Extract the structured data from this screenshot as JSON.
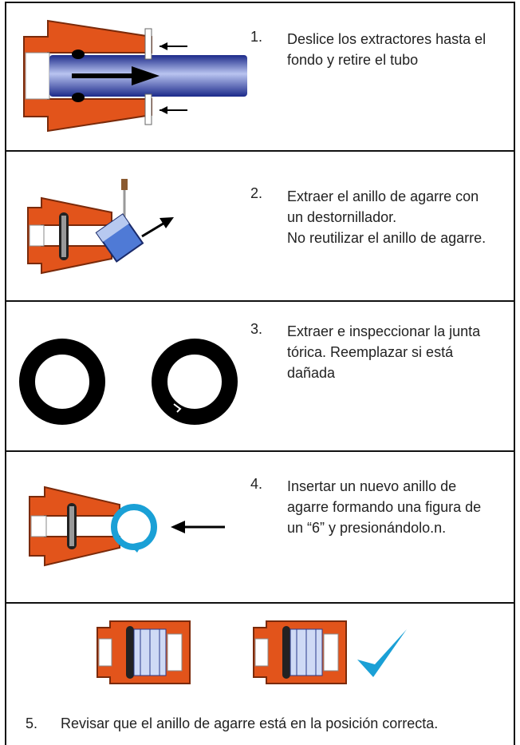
{
  "steps": [
    {
      "number": "1.",
      "lines": [
        "Deslice los extractores hasta el",
        "fondo y retire el tubo"
      ]
    },
    {
      "number": "2.",
      "lines": [
        "Extraer el anillo de agarre con",
        "un destornillador.",
        "No reutilizar el anillo de agarre."
      ]
    },
    {
      "number": "3.",
      "lines": [
        "Extraer e inspeccionar la junta",
        "tórica. Reemplazar si está",
        "dañada"
      ]
    },
    {
      "number": "4.",
      "lines": [
        "Insertar un nuevo anillo de",
        "agarre formando una figura de",
        "un “6” y presionándolo.n."
      ]
    },
    {
      "number": "5.",
      "lines": [
        "Revisar que el anillo de agarre está en la posición correcta."
      ]
    }
  ],
  "colors": {
    "fitting": "#e2541b",
    "pipe": "#3a55c8",
    "check": "#1aa0d6",
    "ring": "#000000"
  },
  "icons": [
    "arrow-icon",
    "screwdriver-icon",
    "o-ring-icon",
    "checkmark-icon"
  ]
}
